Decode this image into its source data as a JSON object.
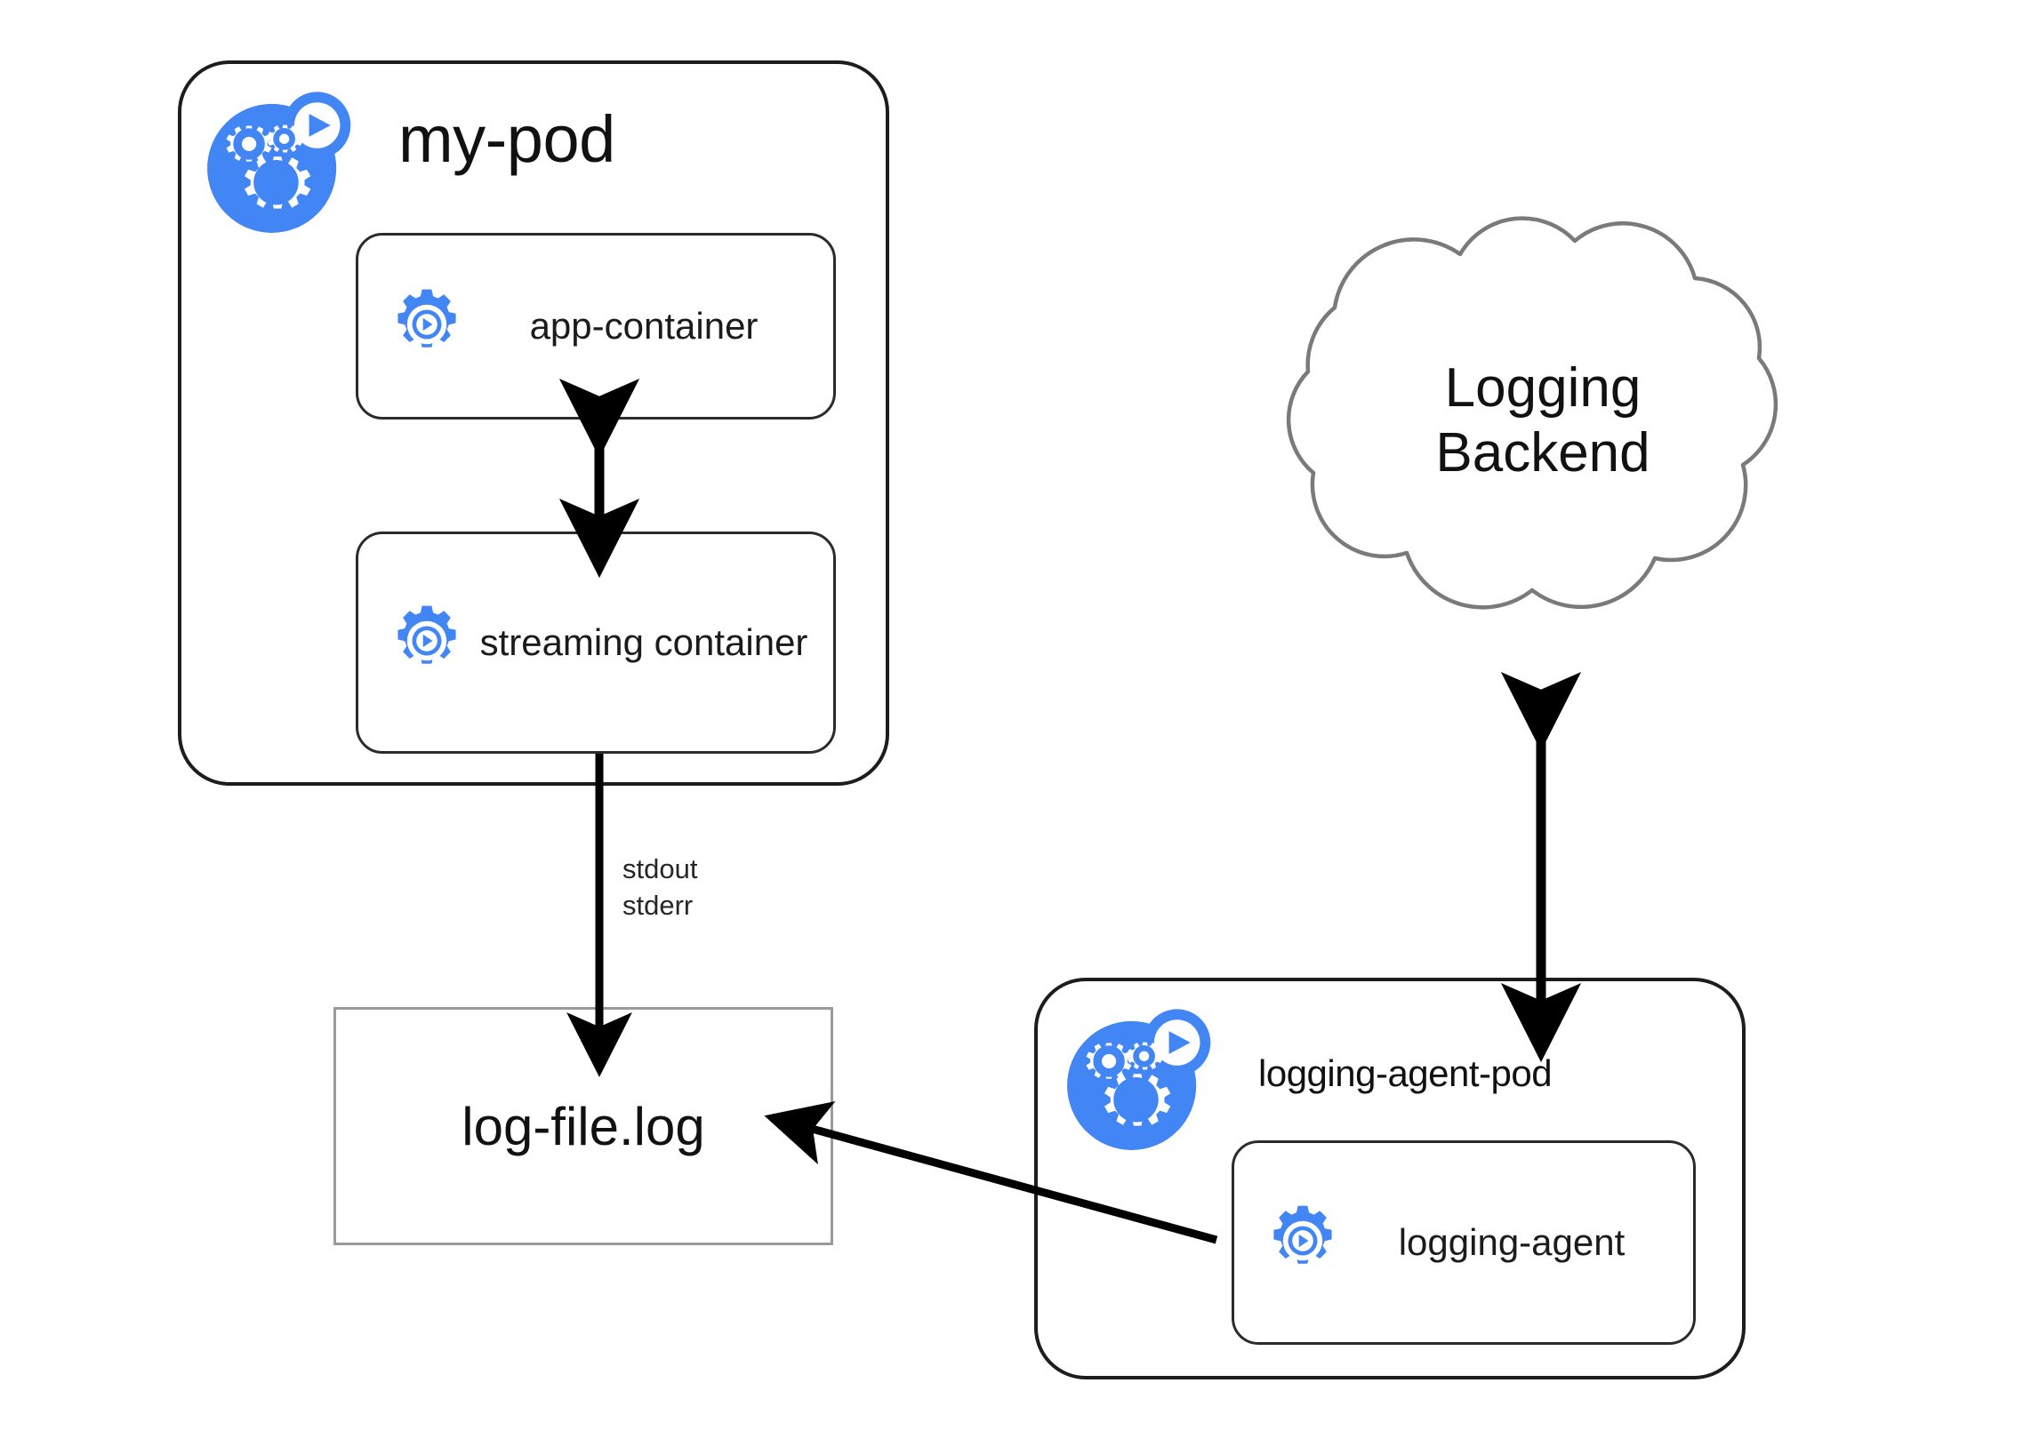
{
  "diagram": {
    "title": "Kubernetes sidecar logging architecture",
    "colors": {
      "accent_blue": "#4285f4",
      "node_border": "#1d1d1d",
      "plain_border": "#9a9a9a",
      "cloud_border": "#7a7a7a",
      "arrow": "#000000",
      "background": "#ffffff"
    }
  },
  "my_pod": {
    "title": "my-pod",
    "icon": "pod-icon",
    "containers": [
      {
        "label": "app-container",
        "icon": "container-gear-icon"
      },
      {
        "label": "streaming\ncontainer",
        "icon": "container-gear-icon"
      }
    ]
  },
  "log_file": {
    "label": "log-file.log"
  },
  "logging_agent_pod": {
    "title": "logging-agent-pod",
    "icon": "pod-icon",
    "containers": [
      {
        "label": "logging-agent",
        "icon": "container-gear-icon"
      }
    ]
  },
  "logging_backend": {
    "label": "Logging\nBackend",
    "shape": "cloud"
  },
  "edges": [
    {
      "id": "app-to-streaming",
      "from": "app-container",
      "to": "streaming container",
      "direction": "bidirectional",
      "label": ""
    },
    {
      "id": "streaming-to-logfile",
      "from": "streaming container",
      "to": "log-file.log",
      "direction": "forward",
      "label": "stdout\nstderr"
    },
    {
      "id": "agent-to-logfile",
      "from": "logging-agent",
      "to": "log-file.log",
      "direction": "forward",
      "label": ""
    },
    {
      "id": "backend-to-agentpod",
      "from": "Logging Backend",
      "to": "logging-agent-pod",
      "direction": "bidirectional",
      "label": ""
    }
  ]
}
